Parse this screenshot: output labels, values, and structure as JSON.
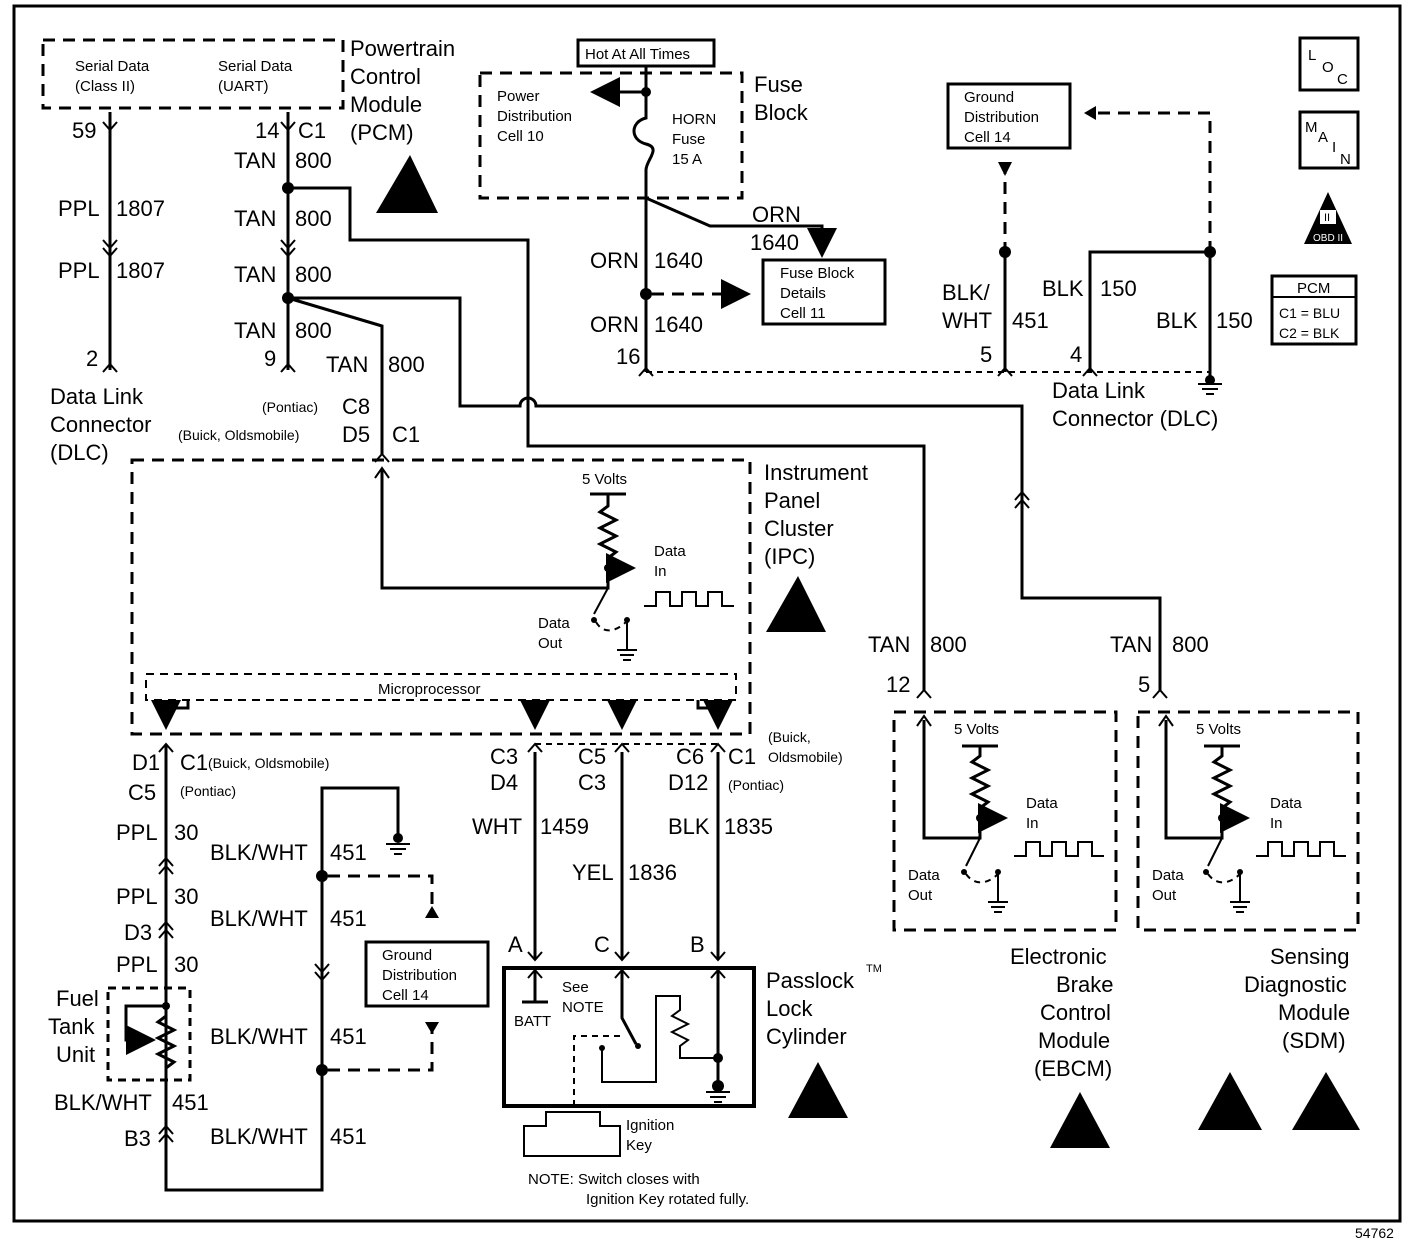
{
  "figure_number": "54762",
  "icons": {
    "loc_letters": [
      "L",
      "O",
      "C"
    ],
    "main_letters": [
      "M",
      "A",
      "I",
      "N"
    ],
    "obd_label": "OBD II",
    "obd_numeral": "II"
  },
  "pcm_legend": {
    "title": "PCM",
    "c1": "C1 = BLU",
    "c2": "C2 = BLK"
  },
  "pcm": {
    "name_lines": [
      "Powertrain",
      "Control",
      "Module",
      "(PCM)"
    ],
    "serial_class2": [
      "Serial Data",
      "(Class II)"
    ],
    "serial_uart": [
      "Serial Data",
      "(UART)"
    ],
    "pin_59": "59",
    "pin_14": "14",
    "conn_c1": "C1"
  },
  "fuse_block": {
    "name_lines": [
      "Fuse",
      "Block"
    ],
    "hot_label": "Hot At All Times",
    "power_dist": [
      "Power",
      "Distribution",
      "Cell 10"
    ],
    "fuse": [
      "HORN",
      "Fuse",
      "15 A"
    ],
    "fuse_details": [
      "Fuse Block",
      "Details",
      "Cell 11"
    ]
  },
  "ground_dist_top": [
    "Ground",
    "Distribution",
    "Cell 14"
  ],
  "ground_dist_bottom": [
    "Ground",
    "Distribution",
    "Cell 14"
  ],
  "dlc_left": {
    "name_lines": [
      "Data Link",
      "Connector",
      "(DLC)"
    ],
    "pin_2": "2",
    "pin_9": "9"
  },
  "dlc_right": {
    "name_lines": [
      "Data Link",
      "Connector (DLC)"
    ],
    "pin_16": "16",
    "pin_5": "5",
    "pin_4": "4"
  },
  "wires": {
    "ppl": "PPL",
    "c1807": "1807",
    "tan": "TAN",
    "c800": "800",
    "orn": "ORN",
    "c1640": "1640",
    "blkwht_slash": "BLK/",
    "wht": "WHT",
    "c451": "451",
    "blk": "BLK",
    "c150": "150",
    "ppl30": "30",
    "blkwht": "BLK/WHT",
    "wht1459": "WHT",
    "c1459": "1459",
    "yel": "YEL",
    "c1836": "1836",
    "blk1835": "BLK",
    "c1835": "1835"
  },
  "ipc": {
    "name_lines": [
      "Instrument",
      "Panel",
      "Cluster",
      "(IPC)"
    ],
    "pontiac_c8": "(Pontiac)",
    "c8": "C8",
    "buick_d5": "(Buick, Oldsmobile)",
    "d5": "D5",
    "c1": "C1",
    "five_volts": "5 Volts",
    "data_in": [
      "Data",
      "In"
    ],
    "data_out": [
      "Data",
      "Out"
    ],
    "microprocessor": "Microprocessor",
    "buick_olds_note": [
      "(Buick,",
      "Oldsmobile)"
    ]
  },
  "lower_connectors": {
    "d1": "D1",
    "c1_buick": "C1",
    "buick_olds": "(Buick, Oldsmobile)",
    "c5": "C5",
    "pontiac": "(Pontiac)",
    "d3": "D3",
    "b3": "B3",
    "c3": "C3",
    "d4": "D4",
    "c5b": "C5",
    "c3b": "C3",
    "c6": "C6",
    "c1b": "C1",
    "d12": "D12",
    "pontiac2": "(Pontiac)",
    "pin_a": "A",
    "pin_c": "C",
    "pin_b": "B"
  },
  "fuel_tank": [
    "Fuel",
    "Tank",
    "Unit"
  ],
  "passlock": {
    "name_lines": [
      "Passlock",
      "Lock",
      "Cylinder"
    ],
    "tm": "TM",
    "batt": "BATT",
    "see_note": [
      "See",
      "NOTE"
    ],
    "ignition_key": [
      "Ignition",
      "Key"
    ],
    "note": [
      "NOTE:  Switch closes with",
      "Ignition Key rotated fully."
    ]
  },
  "ebcm": {
    "name_lines": [
      "Electronic",
      "Brake",
      "Control",
      "Module",
      "(EBCM)"
    ],
    "pin": "12",
    "five_volts": "5 Volts",
    "data_in": [
      "Data",
      "In"
    ],
    "data_out": [
      "Data",
      "Out"
    ]
  },
  "sdm": {
    "name_lines": [
      "Sensing",
      "Diagnostic",
      "Module",
      "(SDM)"
    ],
    "pin": "5",
    "five_volts": "5 Volts",
    "data_in": [
      "Data",
      "In"
    ],
    "data_out": [
      "Data",
      "Out"
    ]
  }
}
